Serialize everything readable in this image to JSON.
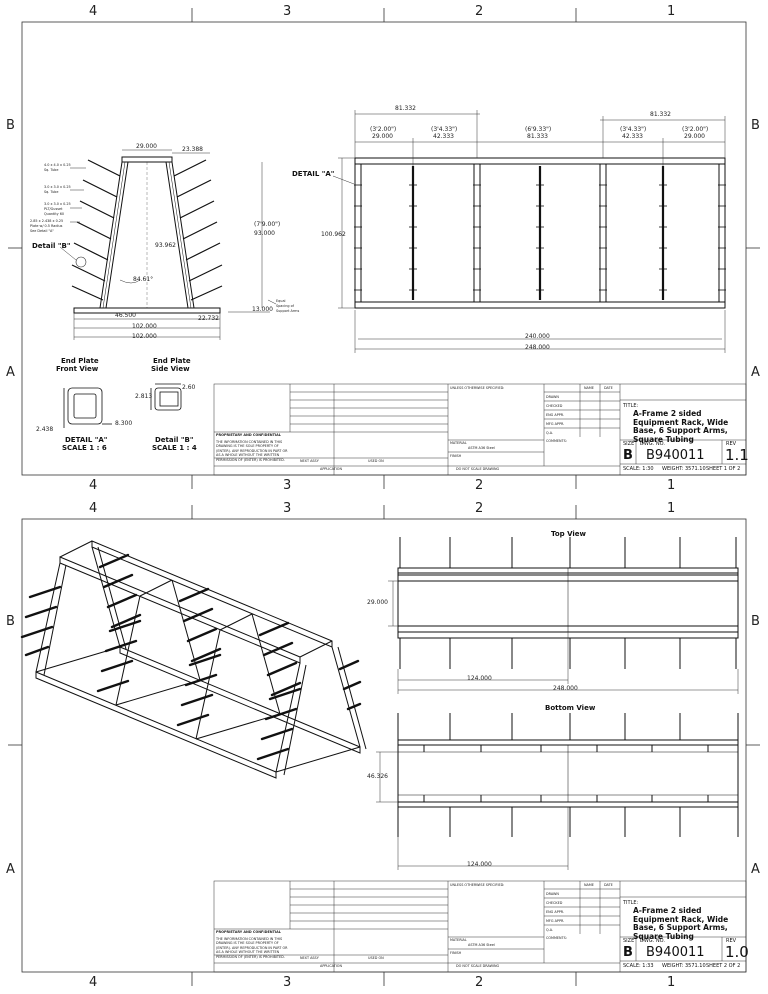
{
  "border": {
    "columns": [
      "4",
      "3",
      "2",
      "1"
    ],
    "rows": [
      "B",
      "A"
    ]
  },
  "sheet1": {
    "dims": {
      "d1": "81.332",
      "d2": "81.332",
      "d3": "(3'2.00\")",
      "d4": "29.000",
      "d5": "(3'4.33\")",
      "d6": "42.333",
      "d7": "(6'9.33\")",
      "d8": "81.333",
      "d9": "(3'4.33\")",
      "d10": "42.333",
      "d11": "(3'2.00\")",
      "d12": "29.000",
      "d13": "100.962",
      "d14": "240.000",
      "d15": "248.000",
      "s1": "29.000",
      "s2": "23.388",
      "s3": "(7'9.00\")",
      "s4": "93.000",
      "s5": "93.962",
      "s6": "84.61°",
      "s7": "46.500",
      "s8": "22.732",
      "s9": "102.000",
      "s10": "102.000",
      "s11": "13.000",
      "e1": "2.60",
      "e2": "2.813",
      "e3": "2.438",
      "e4": "8.300"
    },
    "notes": {
      "n1": "4.0 x 4.0 x 0.25",
      "n1b": "Sq. Tube",
      "n2": "3.0 x 3.0 x 0.25",
      "n2b": "Sq. Tube",
      "n3": "3.0 x 3.0 x 0.25",
      "n3b": "PLT/Gusset",
      "n3c": "Quantity 60",
      "n4": "2.85 x 2.438 x 0.25",
      "n4b": "Plate w/ 0.5 Radius",
      "n4c": "See Detail \"A\"",
      "n5": "Equal",
      "n5b": "Spacing of",
      "n5c": "Support Arms"
    },
    "labels": {
      "detail_a_callout": "DETAIL \"A\"",
      "detail_b_callout": "Detail \"B\"",
      "end_front": "End Plate",
      "end_front2": "Front View",
      "end_side": "End Plate",
      "end_side2": "Side View",
      "detail_a": "DETAIL \"A\"",
      "detail_a_scale": "SCALE 1 : 6",
      "detail_b": "Detail \"B\"",
      "detail_b_scale": "SCALE 1 : 4"
    },
    "title_block": {
      "title_label": "TITLE:",
      "title": "A-Frame 2 sided Equipment Rack, Wide Base, 6 Support Arms, Square Tubing",
      "size_label": "SIZE",
      "size": "B",
      "dwg_label": "DWG.  NO.",
      "dwg_no": "B940011",
      "rev_label": "REV",
      "rev": "1.1",
      "scale": "SCALE: 1:30",
      "weight": "WEIGHT: 3571.10",
      "sheet": "SHEET 1 OF 2",
      "material_label": "MATERIAL",
      "material": "ASTM A36 Steel",
      "finish_label": "FINISH",
      "dont_scale": "DO NOT SCALE DRAWING",
      "unless": "UNLESS OTHERWISE SPECIFIED:",
      "name": "NAME",
      "date": "DATE",
      "drawn": "DRAWN",
      "checked": "CHECKED",
      "eng": "ENG APPR.",
      "mfg": "MFG APPR.",
      "qa": "Q.A.",
      "comments": "COMMENTS:",
      "prop_title": "PROPRIETARY AND CONFIDENTIAL",
      "prop_text": "THE INFORMATION CONTAINED IN THIS DRAWING IS THE SOLE PROPERTY OF (ENTER). ANY REPRODUCTION IN PART OR AS A WHOLE WITHOUT THE WRITTEN PERMISSION OF (ENTER) IS PROHIBITED.",
      "next_assy": "NEXT ASSY",
      "used_on": "USED ON",
      "application": "APPLICATION"
    }
  },
  "sheet2": {
    "dims": {
      "t1": "29.000",
      "t2": "124.000",
      "t3": "248.000",
      "b1": "46.326",
      "b2": "124.000"
    },
    "labels": {
      "top_view": "Top View",
      "bottom_view": "Bottom View"
    },
    "title_block": {
      "title_label": "TITLE:",
      "title": "A-Frame 2 sided Equipment Rack, Wide Base, 6 Support Arms, Square Tubing",
      "size_label": "SIZE",
      "size": "B",
      "dwg_label": "DWG.  NO.",
      "dwg_no": "B940011",
      "rev_label": "REV",
      "rev": "1.0",
      "scale": "SCALE: 1:33",
      "weight": "WEIGHT: 3571.10",
      "sheet": "SHEET 2 OF 2",
      "material_label": "MATERIAL",
      "material": "ASTM A36 Steel",
      "finish_label": "FINISH",
      "dont_scale": "DO NOT SCALE DRAWING",
      "unless": "UNLESS OTHERWISE SPECIFIED:",
      "name": "NAME",
      "date": "DATE",
      "drawn": "DRAWN",
      "checked": "CHECKED",
      "eng": "ENG APPR.",
      "mfg": "MFG APPR.",
      "qa": "Q.A.",
      "comments": "COMMENTS:",
      "prop_title": "PROPRIETARY AND CONFIDENTIAL",
      "prop_text": "THE INFORMATION CONTAINED IN THIS DRAWING IS THE SOLE PROPERTY OF (ENTER). ANY REPRODUCTION IN PART OR AS A WHOLE WITHOUT THE WRITTEN PERMISSION OF (ENTER) IS PROHIBITED.",
      "next_assy": "NEXT ASSY",
      "used_on": "USED ON",
      "application": "APPLICATION"
    }
  }
}
